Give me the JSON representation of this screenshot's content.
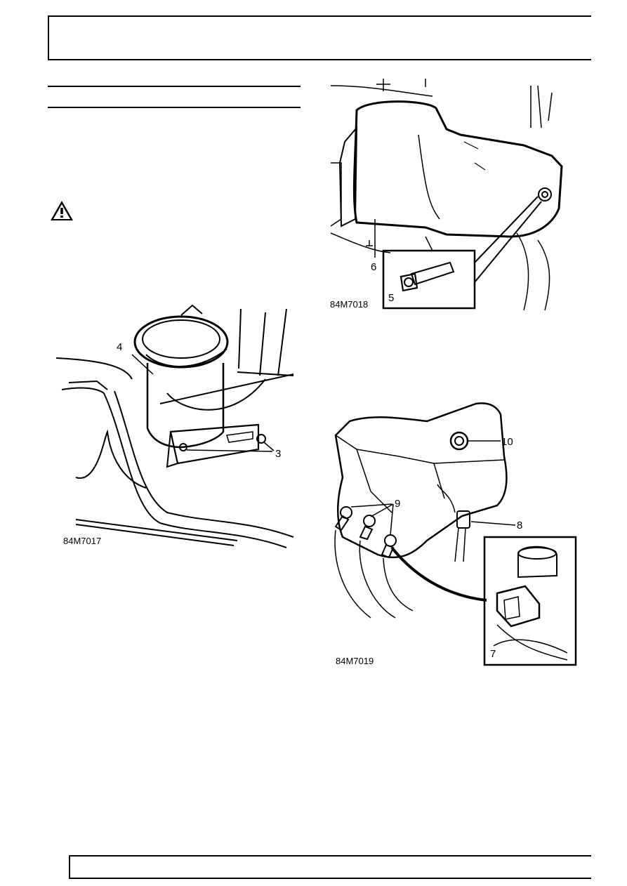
{
  "figures": {
    "fig1": {
      "code": "84M7017",
      "callouts": [
        "4",
        "3"
      ]
    },
    "fig2": {
      "code": "84M7018",
      "callouts": [
        "6",
        "5"
      ]
    },
    "fig3": {
      "code": "84M7019",
      "callouts": [
        "10",
        "9",
        "8",
        "7"
      ]
    }
  },
  "icons": {
    "warning": "warning-triangle-icon"
  },
  "colors": {
    "ink": "#000000",
    "paper": "#ffffff"
  }
}
